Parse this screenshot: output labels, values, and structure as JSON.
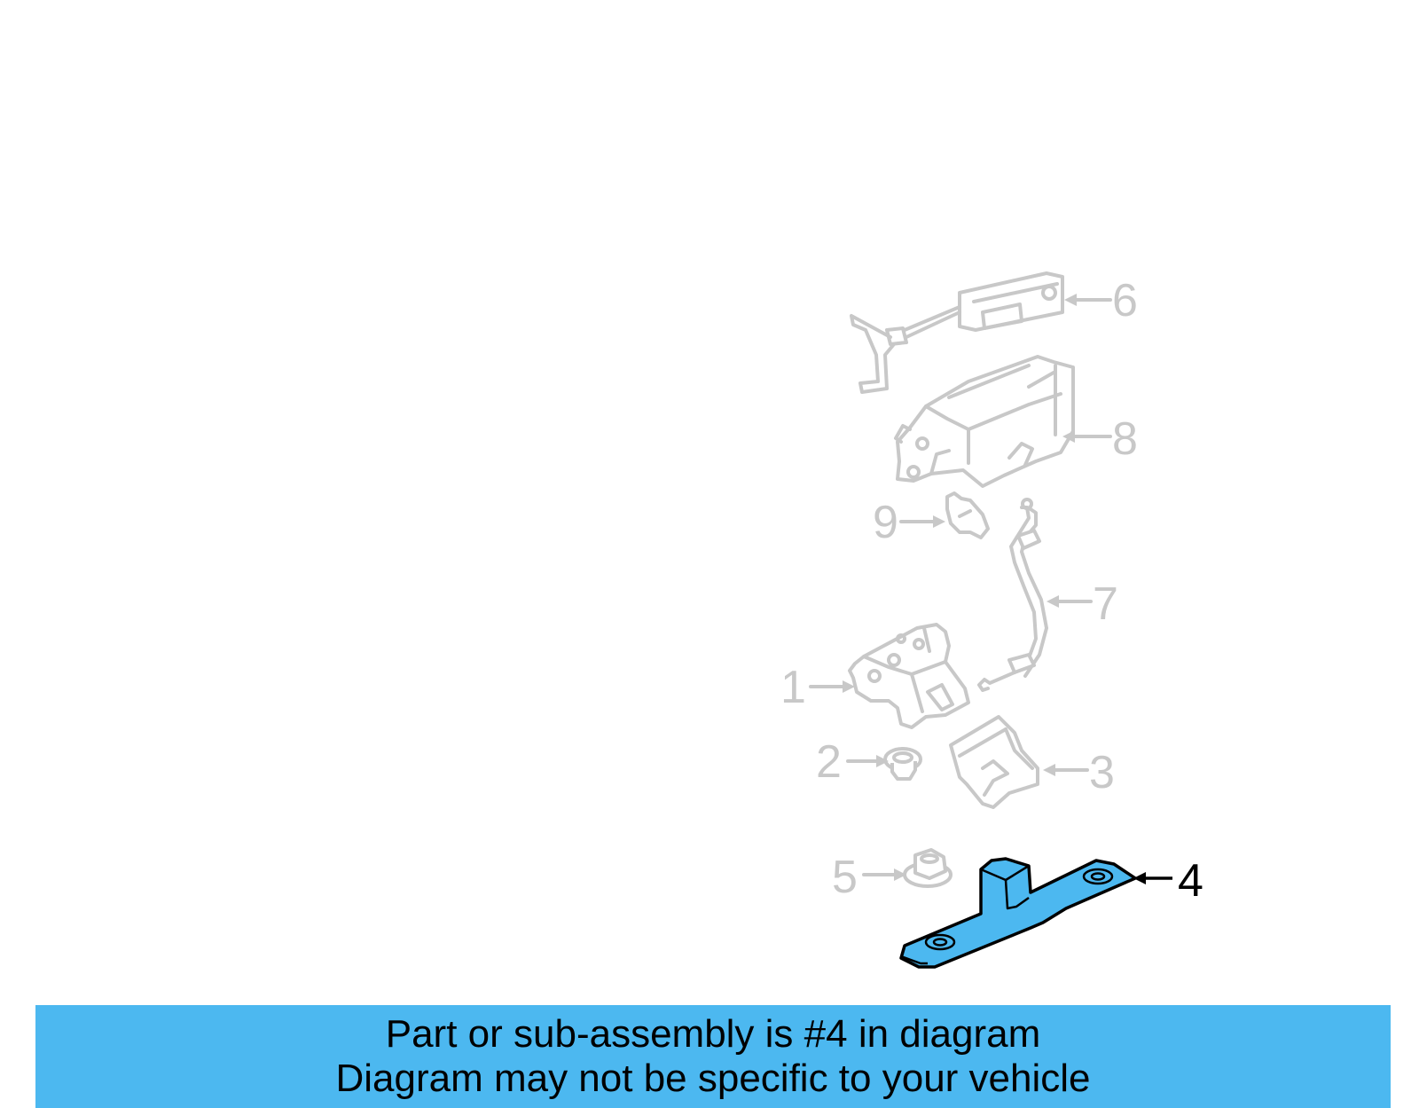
{
  "colors": {
    "highlight_fill": "#4cb8f0",
    "banner_background": "#4cb8f0",
    "ghost_part_gray": "#c8c8c8",
    "callout_active": "#000000"
  },
  "callouts": {
    "c1": "1",
    "c2": "2",
    "c3": "3",
    "c4": "4",
    "c5": "5",
    "c6": "6",
    "c7": "7",
    "c8": "8",
    "c9": "9"
  },
  "highlighted_part": "4",
  "banner": {
    "line1": "Part or sub-assembly is #4 in diagram",
    "line2": "Diagram may not be specific to your vehicle"
  }
}
